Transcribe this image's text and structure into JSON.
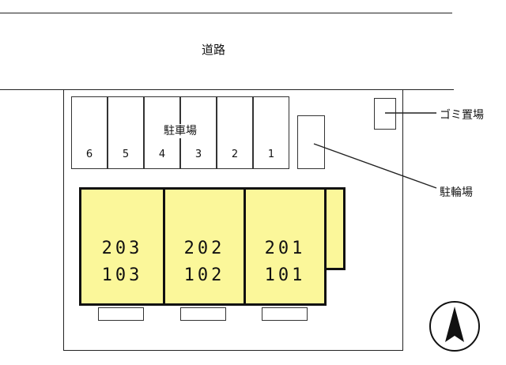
{
  "road": {
    "label": "道路"
  },
  "parking": {
    "label": "駐車場",
    "slots": [
      "6",
      "5",
      "4",
      "3",
      "2",
      "1"
    ]
  },
  "bicycle_parking": {
    "label": "駐輪場"
  },
  "trash_area": {
    "label": "ゴミ置場"
  },
  "units": [
    {
      "upper": "203",
      "lower": "103"
    },
    {
      "upper": "202",
      "lower": "102"
    },
    {
      "upper": "201",
      "lower": "101"
    }
  ],
  "compass": {
    "icon": "north-arrow-icon"
  },
  "colors": {
    "building_fill": "#fbf79a",
    "line": "#222222"
  }
}
